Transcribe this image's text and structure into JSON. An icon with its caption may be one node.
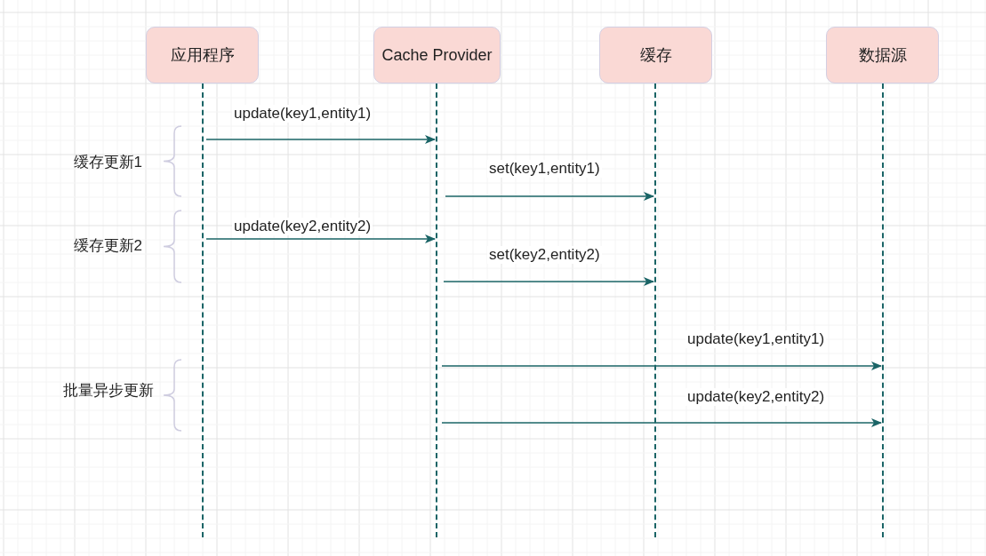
{
  "diagram": {
    "nodes": [
      {
        "text": [
          "应用程序"
        ]
      },
      {
        "text": [
          "Cache Provider"
        ]
      },
      {
        "text": [
          "缓存"
        ]
      },
      {
        "text": [
          "数据源"
        ]
      },
      {
        "text": [],
        "shape": "line"
      },
      {
        "text": [],
        "shape": "line"
      },
      {
        "text": [],
        "shape": "line"
      },
      {
        "text": [],
        "shape": "line"
      }
    ],
    "edges": [
      {
        "from": 4,
        "to": 5,
        "arrow": "to",
        "label": "update(key1,entity1)"
      },
      {
        "from": 5,
        "to": 6,
        "arrow": "to",
        "label": "set(key1,entity1)"
      },
      {
        "from": 4,
        "to": 5,
        "arrow": "to",
        "label": "update(key2,entity2)"
      },
      {
        "from": 5,
        "to": 6,
        "arrow": "to",
        "label": "set(key2,entity2)"
      },
      {
        "from": 5,
        "to": 7,
        "arrow": "to",
        "label": "update(key1,entity1)"
      },
      {
        "from": 5,
        "to": 7,
        "arrow": "to",
        "label": "update(key2,entity2)"
      }
    ],
    "labels": [
      "缓存更新1",
      "缓存更新2",
      "批量异步更新"
    ]
  }
}
